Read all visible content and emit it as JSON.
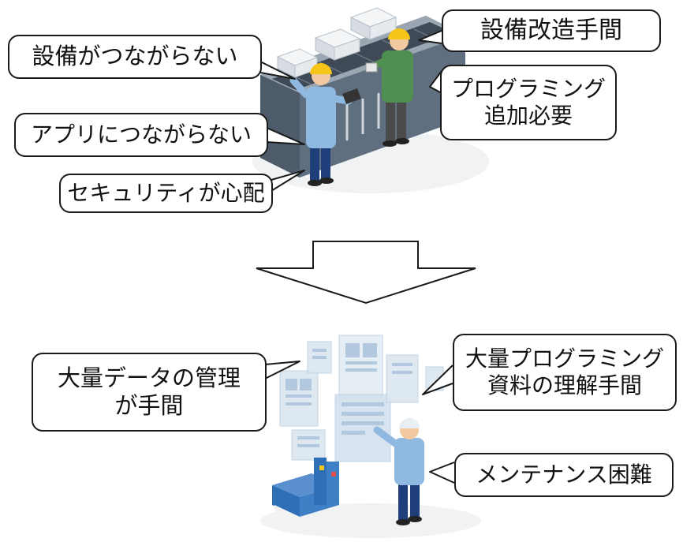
{
  "problems_top": {
    "equipment_modification_effort": "設備改造手間",
    "equipment_not_connected": "設備がつながらない",
    "programming_line1": "プログラミング",
    "programming_line2": "追加必要",
    "apps_not_connected": "アプリにつながらない",
    "security_concern": "セキュリティが心配"
  },
  "problems_bottom": {
    "data_management_line1": "大量データの管理",
    "data_management_line2": "が手間",
    "programming_docs_line1": "大量プログラミング",
    "programming_docs_line2": "資料の理解手間",
    "maintenance_difficult": "メンテナンス困難"
  },
  "colors": {
    "outline": "#1a1a1a",
    "machine_body": "#5f6f80",
    "machine_top": "#9aa6b2",
    "conveyor": "#3f4a56",
    "box": "#e6eaee",
    "helmet": "#f5c518",
    "worker_shirt": "#8fb9e0",
    "worker_pants": "#1f3f7a",
    "worker2_shirt": "#4f8f4f",
    "worker2_pants": "#4a4a4a",
    "doc_panel": "#dbe6f0",
    "books": "#2f6fb8"
  }
}
